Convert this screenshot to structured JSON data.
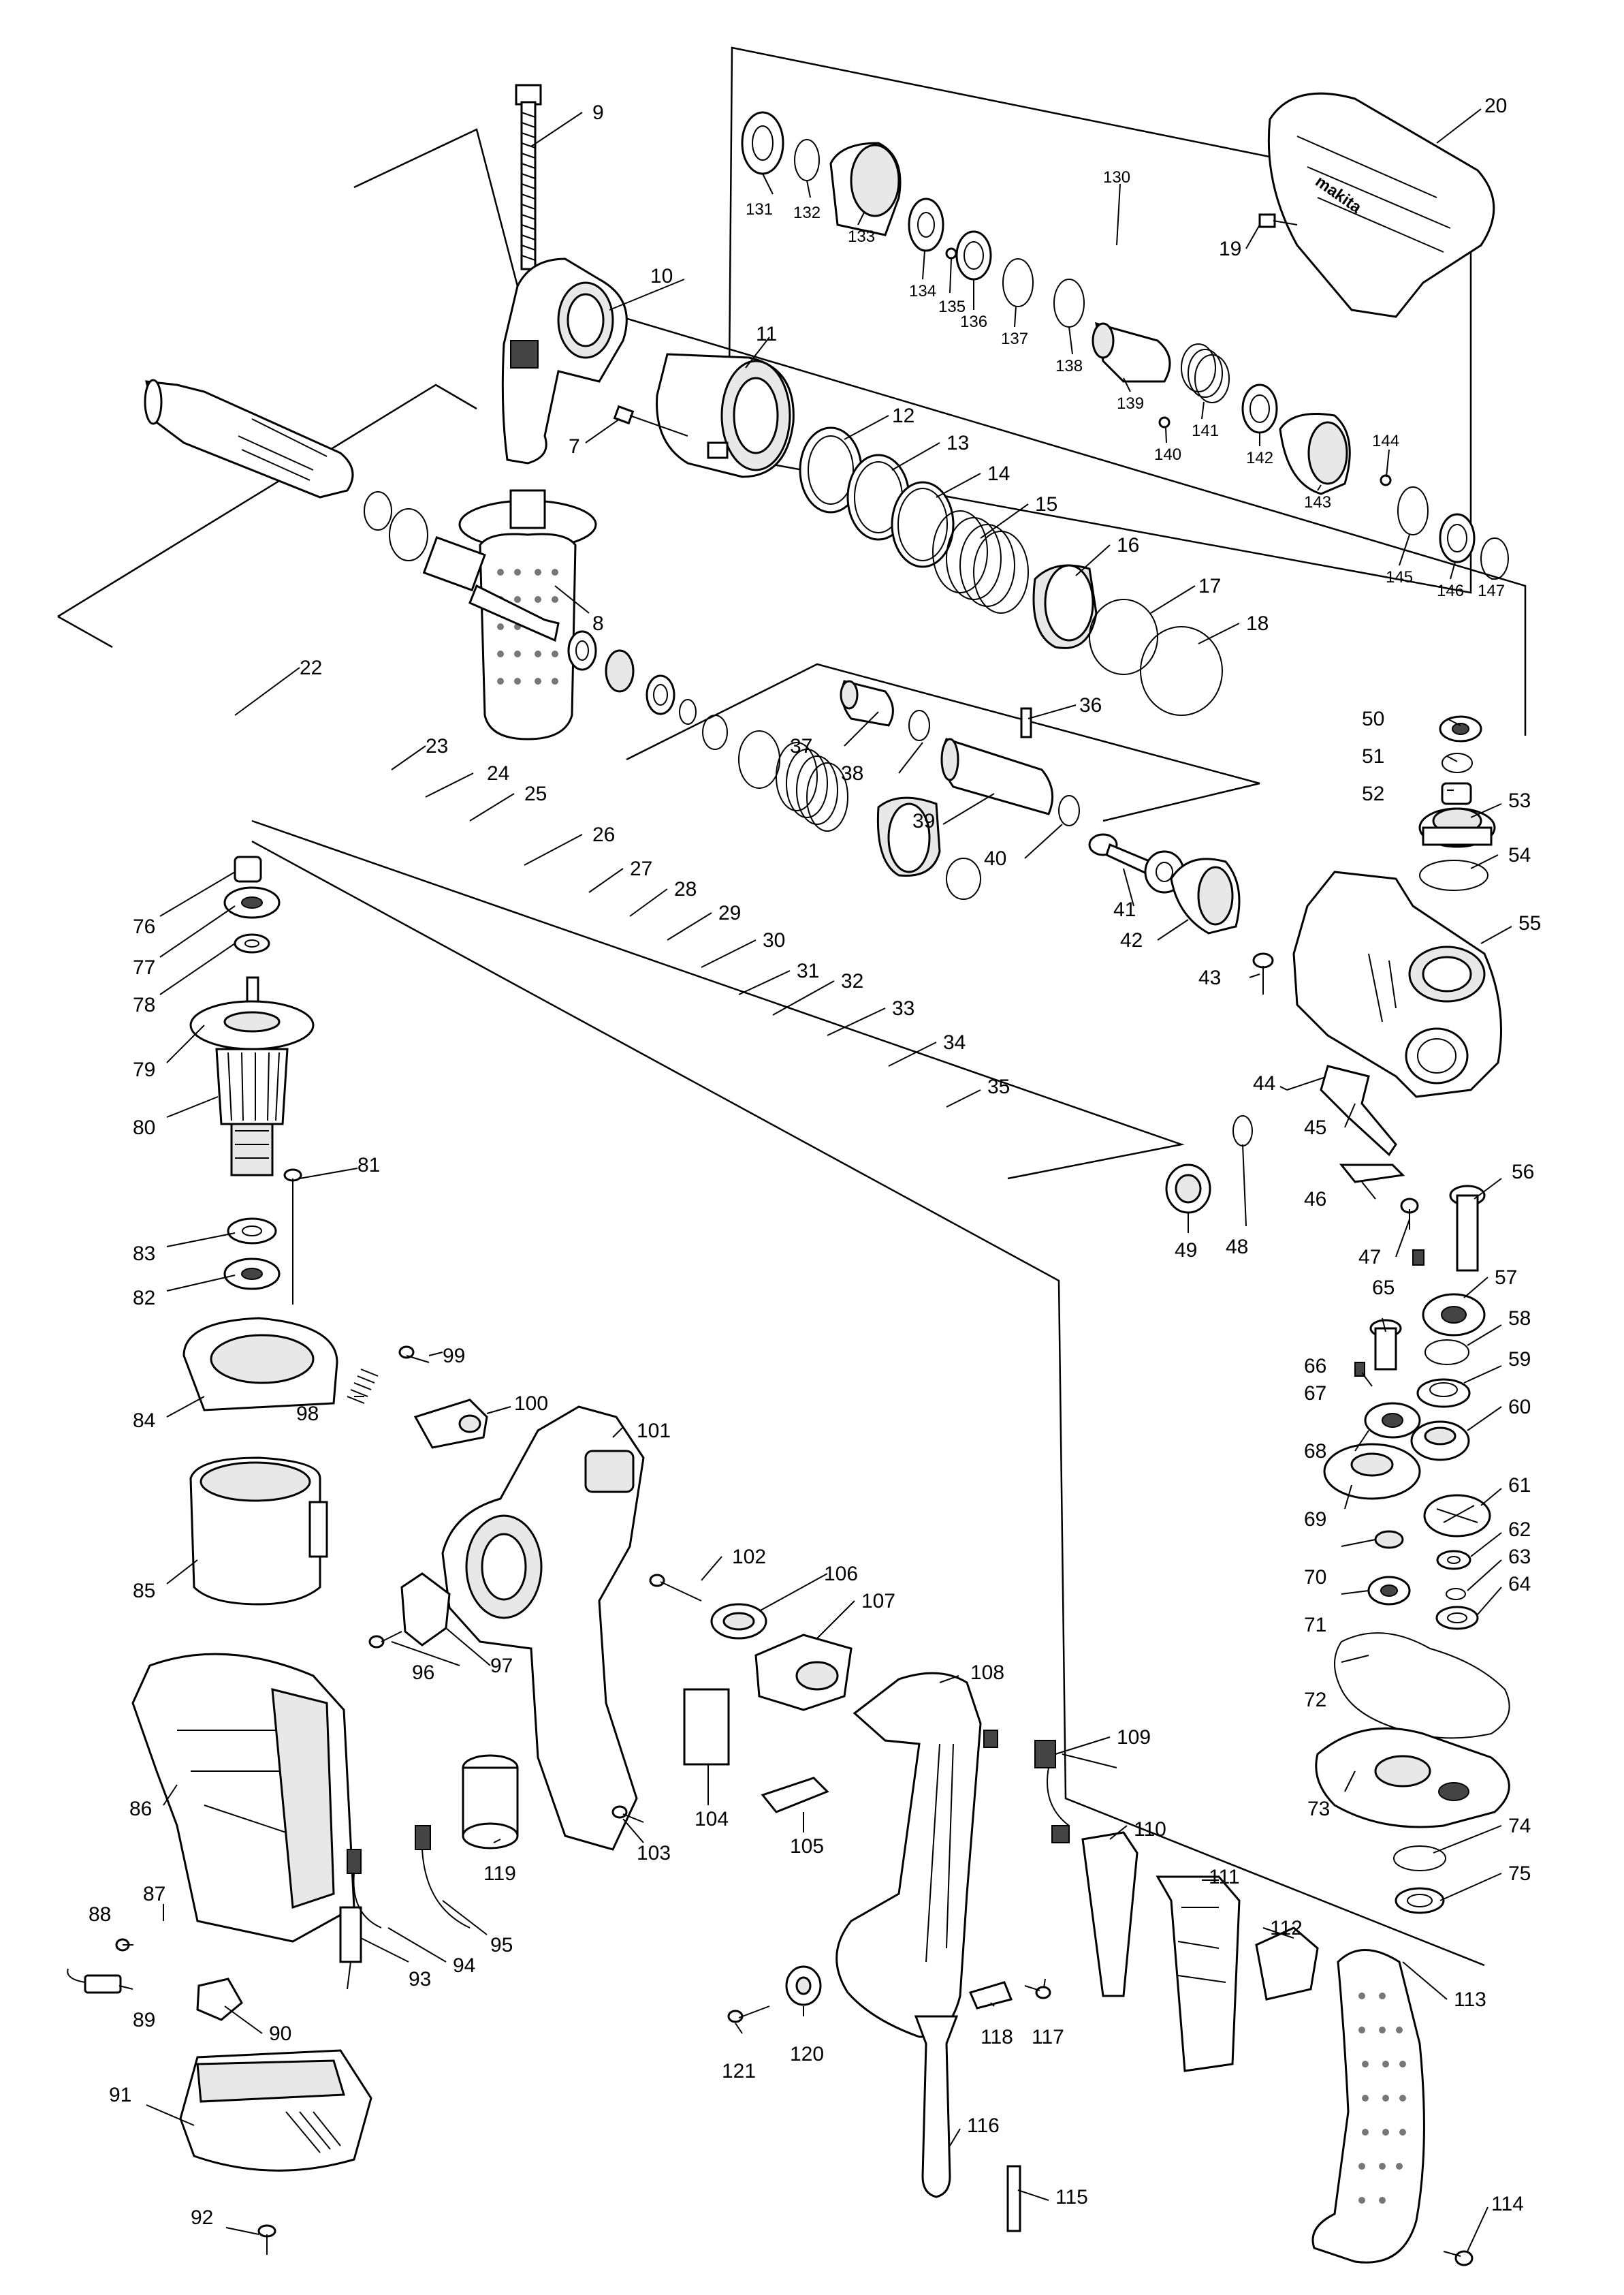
{
  "diagram": {
    "brand_mark": "makita",
    "part_numbers": [
      "7",
      "8",
      "9",
      "10",
      "11",
      "12",
      "13",
      "14",
      "15",
      "16",
      "17",
      "18",
      "19",
      "20",
      "22",
      "23",
      "24",
      "25",
      "26",
      "27",
      "28",
      "29",
      "30",
      "31",
      "32",
      "33",
      "34",
      "35",
      "36",
      "37",
      "38",
      "39",
      "40",
      "41",
      "42",
      "43",
      "44",
      "45",
      "46",
      "47",
      "48",
      "49",
      "50",
      "51",
      "52",
      "53",
      "54",
      "55",
      "56",
      "57",
      "58",
      "59",
      "60",
      "61",
      "62",
      "63",
      "64",
      "65",
      "66",
      "67",
      "68",
      "69",
      "70",
      "71",
      "72",
      "73",
      "74",
      "75",
      "76",
      "77",
      "78",
      "79",
      "80",
      "81",
      "82",
      "83",
      "84",
      "85",
      "86",
      "87",
      "88",
      "89",
      "90",
      "91",
      "92",
      "93",
      "94",
      "95",
      "96",
      "97",
      "98",
      "99",
      "100",
      "101",
      "102",
      "103",
      "104",
      "105",
      "106",
      "107",
      "108",
      "109",
      "110",
      "111",
      "112",
      "113",
      "114",
      "115",
      "116",
      "117",
      "118",
      "119",
      "120",
      "121",
      "130",
      "131",
      "132",
      "133",
      "134",
      "135",
      "136",
      "137",
      "138",
      "139",
      "140",
      "141",
      "142",
      "143",
      "144",
      "145",
      "146",
      "147"
    ]
  }
}
